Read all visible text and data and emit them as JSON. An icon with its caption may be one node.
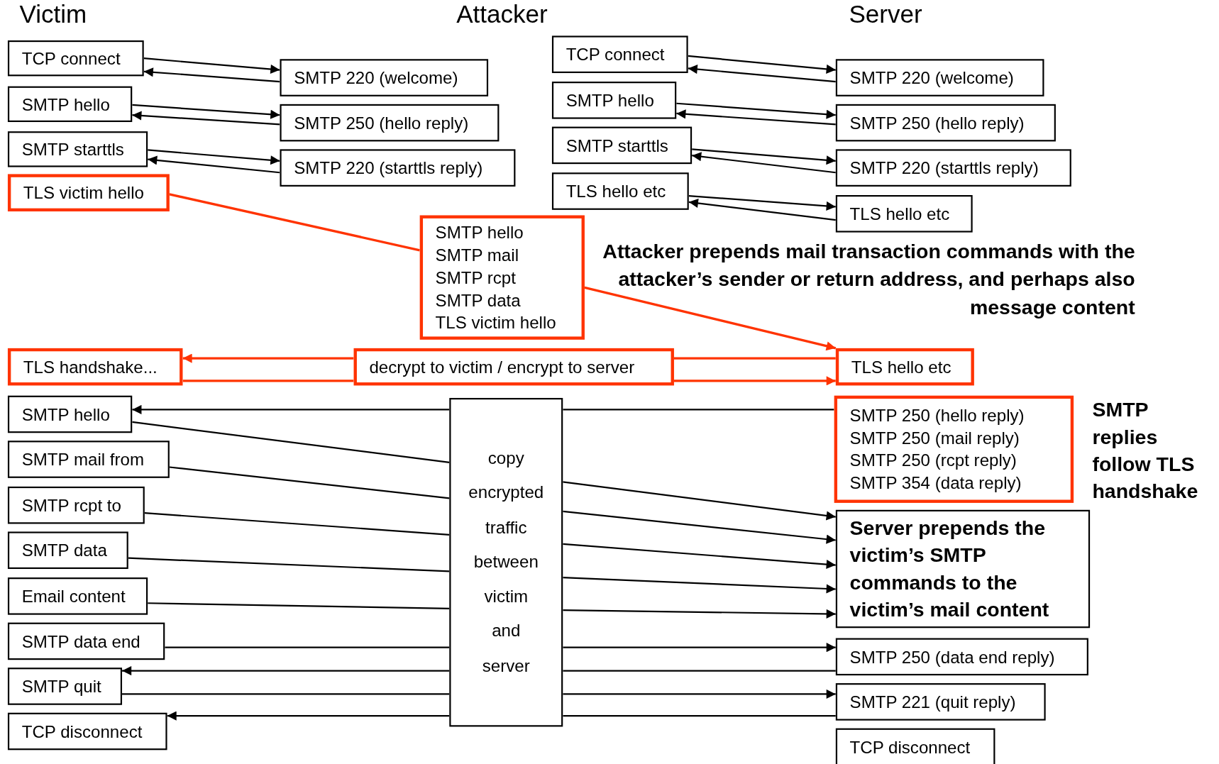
{
  "diagram": {
    "nodes": [
      {
        "text": [
          "TCP connect"
        ]
      },
      {
        "text": [
          "SMTP hello"
        ]
      },
      {
        "text": [
          "SMTP starttls"
        ]
      },
      {
        "text": [
          "TLS victim hello"
        ]
      },
      {
        "text": [
          "SMTP 220 (welcome)"
        ]
      },
      {
        "text": [
          "SMTP 250 (hello reply)"
        ]
      },
      {
        "text": [
          "SMTP 220 (starttls reply)"
        ]
      },
      {
        "text": [
          "TCP connect"
        ]
      },
      {
        "text": [
          "SMTP hello"
        ]
      },
      {
        "text": [
          "SMTP starttls"
        ]
      },
      {
        "text": [
          "TLS hello etc"
        ]
      },
      {
        "text": [
          "SMTP 220 (welcome)"
        ]
      },
      {
        "text": [
          "SMTP 250 (hello reply)"
        ]
      },
      {
        "text": [
          "SMTP 220 (starttls reply)"
        ]
      },
      {
        "text": [
          "TLS hello etc"
        ]
      },
      {
        "text": [
          "SMTP hello",
          "SMTP mail",
          "SMTP rcpt",
          "SMTP data",
          "TLS victim hello"
        ]
      },
      {
        "text": [
          "TLS handshake..."
        ]
      },
      {
        "text": [
          "decrypt to victim / encrypt to server"
        ]
      },
      {
        "text": [
          "TLS hello etc"
        ]
      },
      {
        "text": [
          "SMTP hello"
        ]
      },
      {
        "text": [
          "SMTP mail from"
        ]
      },
      {
        "text": [
          "SMTP rcpt to"
        ]
      },
      {
        "text": [
          "SMTP data"
        ]
      },
      {
        "text": [
          "Email content"
        ]
      },
      {
        "text": [
          "SMTP data end"
        ]
      },
      {
        "text": [
          "SMTP quit"
        ]
      },
      {
        "text": [
          "TCP disconnect"
        ]
      },
      {
        "text": [
          "copy encrypted traffic between victim and server"
        ]
      },
      {
        "text": [
          "SMTP 250 (hello reply)",
          "SMTP 250 (mail reply)",
          "SMTP 250 (rcpt reply)",
          "SMTP 354 (data reply)"
        ]
      },
      {
        "text": [
          "Server prepends the victim’s SMTP commands to the victim’s mail content"
        ]
      },
      {
        "text": [
          "SMTP 250 (data end reply)"
        ]
      },
      {
        "text": [
          "SMTP 221 (quit reply)"
        ]
      },
      {
        "text": [
          "TCP disconnect"
        ]
      }
    ],
    "edges": [
      {
        "from": 0,
        "to": 4,
        "arrow": "to"
      },
      {
        "from": 4,
        "to": 0,
        "arrow": "to"
      },
      {
        "from": 1,
        "to": 5,
        "arrow": "to"
      },
      {
        "from": 5,
        "to": 1,
        "arrow": "to"
      },
      {
        "from": 2,
        "to": 6,
        "arrow": "to"
      },
      {
        "from": 6,
        "to": 2,
        "arrow": "to"
      },
      {
        "from": 7,
        "to": 11,
        "arrow": "to"
      },
      {
        "from": 11,
        "to": 7,
        "arrow": "to"
      },
      {
        "from": 8,
        "to": 12,
        "arrow": "to"
      },
      {
        "from": 12,
        "to": 8,
        "arrow": "to"
      },
      {
        "from": 9,
        "to": 13,
        "arrow": "to"
      },
      {
        "from": 13,
        "to": 9,
        "arrow": "to"
      },
      {
        "from": 10,
        "to": 14,
        "arrow": "to"
      },
      {
        "from": 14,
        "to": 10,
        "arrow": "to"
      },
      {
        "from": 3,
        "to": 15,
        "arrow": "none",
        "color": "#ff3300"
      },
      {
        "from": 15,
        "to": 18,
        "arrow": "to",
        "color": "#ff3300"
      },
      {
        "from": 18,
        "to": 17,
        "arrow": "none",
        "color": "#ff3300"
      },
      {
        "from": 17,
        "to": 16,
        "arrow": "to",
        "color": "#ff3300"
      },
      {
        "from": 16,
        "to": 17,
        "arrow": "none",
        "color": "#ff3300"
      },
      {
        "from": 17,
        "to": 18,
        "arrow": "to",
        "color": "#ff3300"
      },
      {
        "from": 28,
        "to": 27,
        "arrow": "none"
      },
      {
        "from": 27,
        "to": 19,
        "arrow": "to"
      },
      {
        "from": 19,
        "to": 27,
        "arrow": "none"
      },
      {
        "from": 20,
        "to": 27,
        "arrow": "none"
      },
      {
        "from": 21,
        "to": 27,
        "arrow": "none"
      },
      {
        "from": 22,
        "to": 27,
        "arrow": "none"
      },
      {
        "from": 23,
        "to": 27,
        "arrow": "none"
      },
      {
        "from": 27,
        "to": 29,
        "arrow": "to"
      },
      {
        "from": 27,
        "to": 29,
        "arrow": "to"
      },
      {
        "from": 27,
        "to": 29,
        "arrow": "to"
      },
      {
        "from": 27,
        "to": 29,
        "arrow": "to"
      },
      {
        "from": 27,
        "to": 29,
        "arrow": "to"
      },
      {
        "from": 24,
        "to": 27,
        "arrow": "none"
      },
      {
        "from": 27,
        "to": 30,
        "arrow": "to"
      },
      {
        "from": 30,
        "to": 27,
        "arrow": "none"
      },
      {
        "from": 27,
        "to": 25,
        "arrow": "to"
      },
      {
        "from": 25,
        "to": 27,
        "arrow": "none"
      },
      {
        "from": 27,
        "to": 31,
        "arrow": "to"
      },
      {
        "from": 31,
        "to": 27,
        "arrow": "none"
      },
      {
        "from": 27,
        "to": 26,
        "arrow": "to"
      }
    ],
    "labels": [
      "Victim",
      "Attacker",
      "Server",
      "Attacker prepends mail transaction commands with the attacker’s sender or return address, and perhaps also message content",
      "SMTP replies follow TLS handshake"
    ]
  }
}
